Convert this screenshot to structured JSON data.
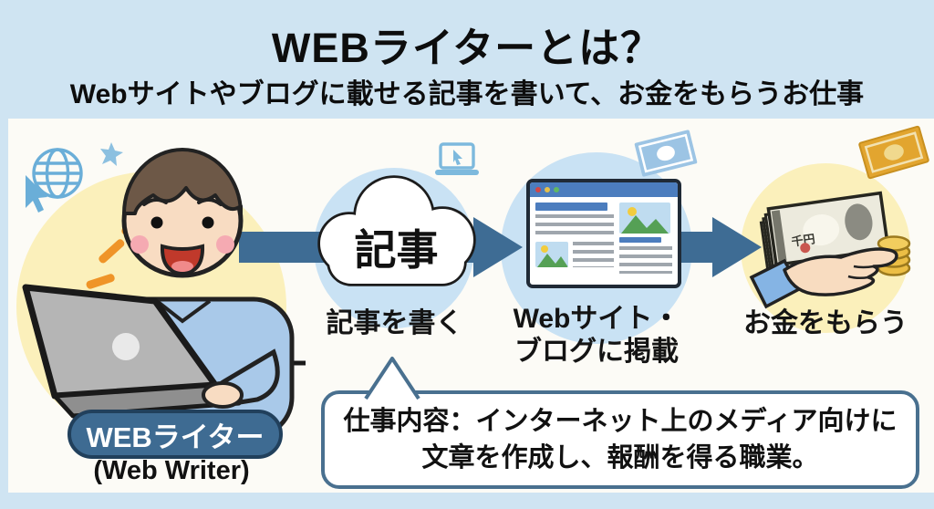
{
  "header": {
    "title": "WEBライターとは？",
    "subtitle": "Webサイトやブログに載せる記事を書いて、お金をもらうお仕事"
  },
  "writer": {
    "badge": "WEBライター",
    "badge_en": "(Web Writer)"
  },
  "flow": {
    "cloud_label": "記事",
    "step1": "記事を書く",
    "step2_line1": "Webサイト・",
    "step2_line2": "ブログに掲載",
    "step3": "お金をもらう"
  },
  "money": {
    "bill_text": "千円"
  },
  "bubble": {
    "line1": "仕事内容：インターネット上のメディア向けに",
    "line2": "文章を作成し、報酬を得る職業。"
  },
  "icons": {
    "globe": "globe-icon",
    "cursor": "cursor-arrow-icon",
    "sparkle": "sparkle-icon",
    "laptop_cursor": "laptop-cursor-icon",
    "banknote_blue": "banknote-icon-blue",
    "banknote_orange": "banknote-icon-orange"
  },
  "colors": {
    "header_bg": "#cfe4f2",
    "body_bg": "#fcfbf6",
    "arrow": "#3e6c94",
    "badge_bg": "#3e6b92",
    "badge_border": "#21405c",
    "bubble_border": "#49708f",
    "circle_yellow": "#fbf0bb",
    "circle_blue": "#c9e2f4",
    "icon_blue": "#6aaed8",
    "accent_orange": "#ef9428",
    "browser_bar": "#4c7dbe"
  }
}
